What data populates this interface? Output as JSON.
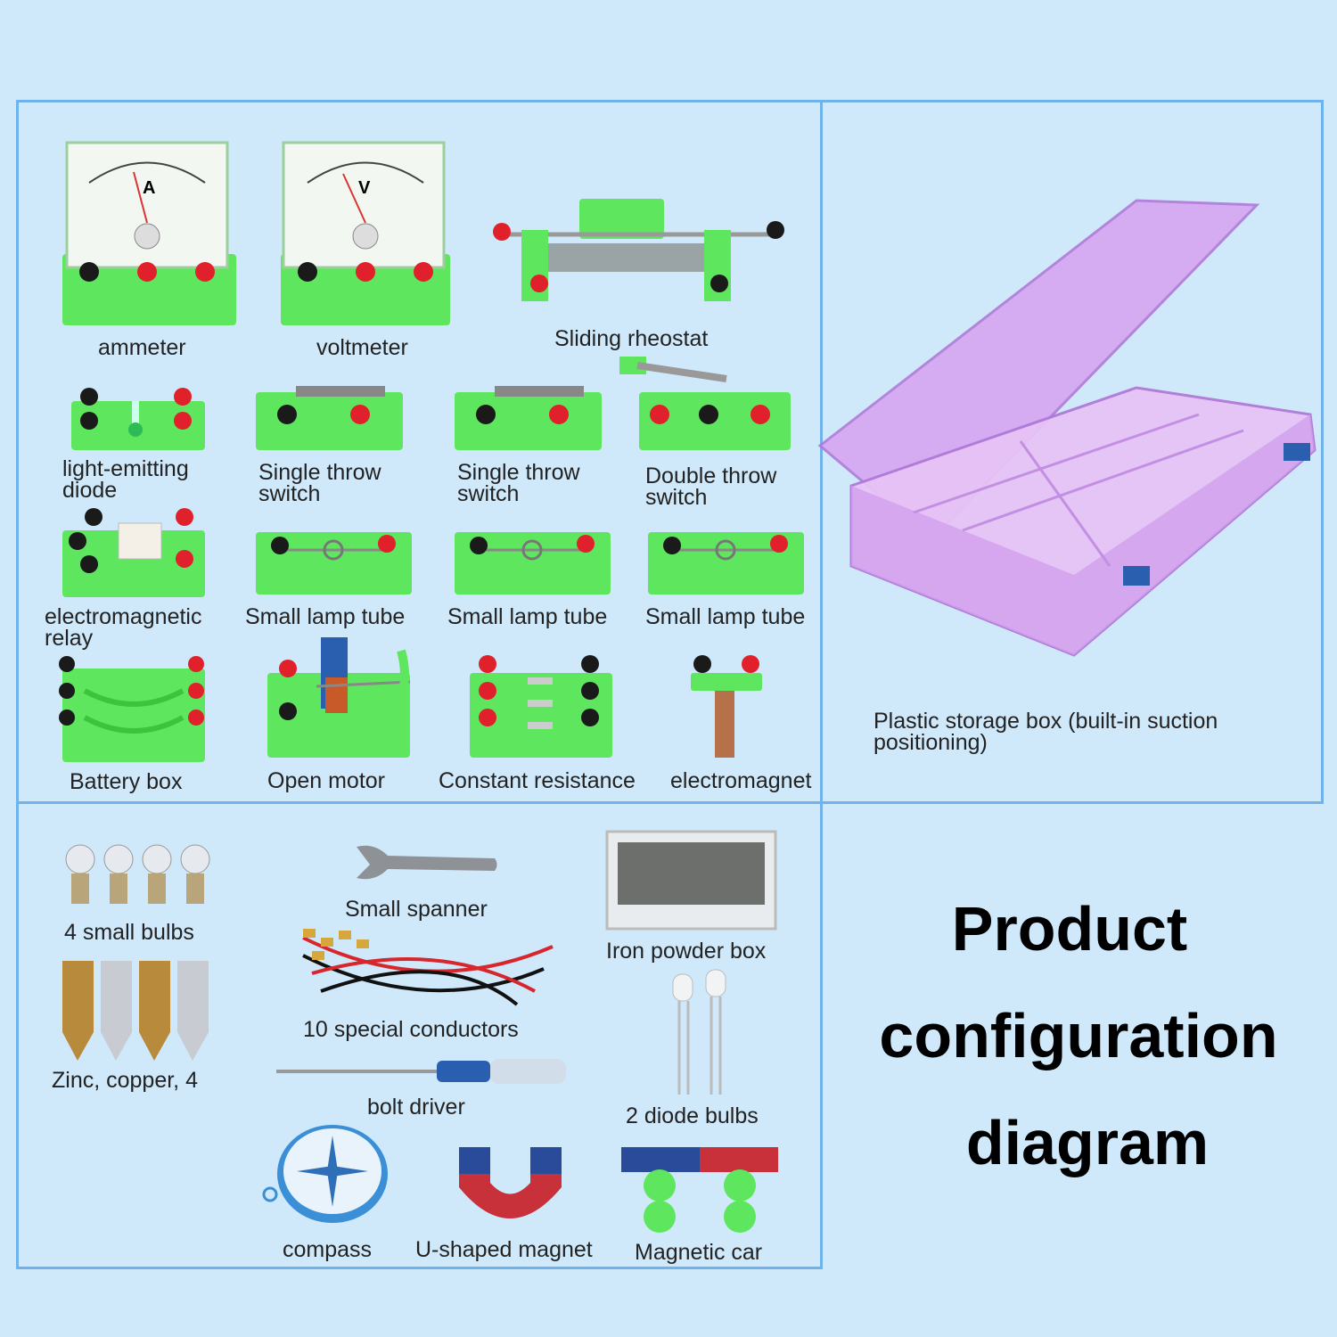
{
  "components": {
    "ammeter": "ammeter",
    "ammeter_dial": "A",
    "voltmeter": "voltmeter",
    "voltmeter_dial": "V",
    "sliding_rheostat": "Sliding rheostat",
    "led": "light-emitting\ndiode",
    "single_throw_1": "Single throw\nswitch",
    "single_throw_2": "Single throw\nswitch",
    "double_throw": "Double throw\nswitch",
    "relay": "electromagnetic\nrelay",
    "lamp_tube_1": "Small lamp tube",
    "lamp_tube_2": "Small lamp tube",
    "lamp_tube_3": "Small lamp tube",
    "battery_box": "Battery box",
    "open_motor": "Open motor",
    "constant_resistance": "Constant resistance",
    "electromagnet": "electromagnet"
  },
  "storage": {
    "label": "Plastic storage box (built-in suction\npositioning)"
  },
  "accessories": {
    "small_bulbs": "4 small bulbs",
    "zinc_copper": "Zinc, copper, 4",
    "small_spanner": "Small spanner",
    "special_conductors": "10 special conductors",
    "bolt_driver": "bolt driver",
    "compass": "compass",
    "u_magnet": "U-shaped magnet",
    "iron_powder": "Iron powder box",
    "diode_bulbs": "2 diode bulbs",
    "magnetic_car": "Magnetic car"
  },
  "headline": {
    "line1": "Product",
    "line2": "configuration",
    "line3": "diagram"
  },
  "colors": {
    "background": "#cfe9fb",
    "panel_border": "#6fb3ea",
    "module_green": "#5ee65e",
    "terminal_red": "#e0202a",
    "terminal_black": "#1a1a1a",
    "storage_box": "#d6a6f0"
  }
}
